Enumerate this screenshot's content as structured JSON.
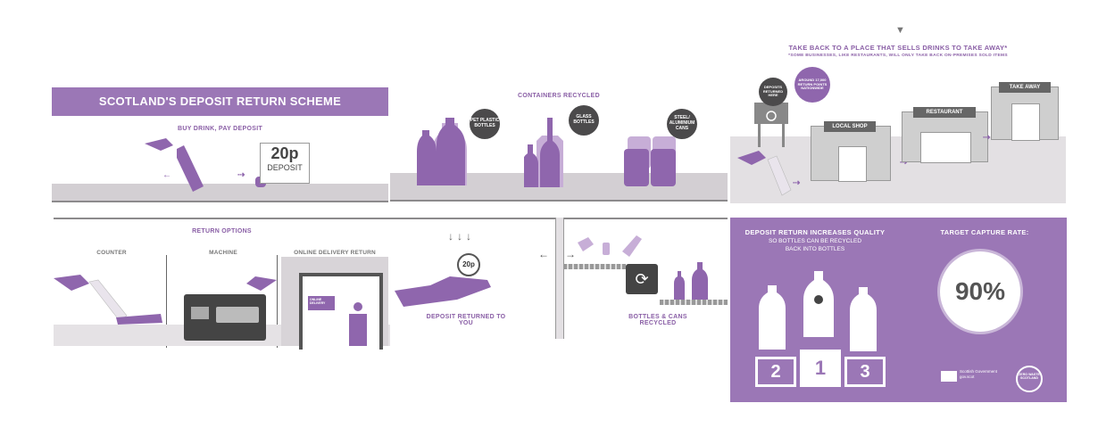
{
  "panel1": {
    "title": "SCOTLAND'S DEPOSIT RETURN SCHEME",
    "subtitle": "BUY DRINK, PAY DEPOSIT",
    "sign_amount": "20p",
    "sign_text": "DEPOSIT"
  },
  "panel2": {
    "title": "CONTAINERS RECYCLED",
    "bubbles": [
      "PET PLASTIC BOTTLES",
      "GLASS BOTTLES",
      "STEEL/ ALUMINIUM CANS"
    ]
  },
  "panel3": {
    "title": "TAKE BACK TO A PLACE THAT SELLS DRINKS TO TAKE AWAY*",
    "note": "*SOME BUSINESSES, LIKE RESTAURANTS, WILL ONLY TAKE BACK ON-PREMISES SOLD ITEMS",
    "bubble_left": "DEPOSITS RETURNED HERE",
    "bubble_right": "AROUND 17,000 RETURN POINTS NATIONWIDE",
    "shops": [
      "LOCAL SHOP",
      "RESTAURANT",
      "TAKE AWAY"
    ]
  },
  "panel4": {
    "title": "RETURN OPTIONS",
    "options": [
      "COUNTER",
      "MACHINE",
      "ONLINE DELIVERY RETURN"
    ],
    "van_text": "ONLINE DELIVERY"
  },
  "panel5": {
    "coin": "20p",
    "caption": "DEPOSIT RETURNED TO YOU",
    "caption2": "BOTTLES & CANS RECYCLED"
  },
  "panel6": {
    "heading1": "DEPOSIT RETURN INCREASES QUALITY",
    "heading1_sub": "SO BOTTLES CAN BE RECYCLED BACK INTO BOTTLES",
    "heading2": "TARGET CAPTURE RATE:",
    "rate": "90%",
    "podium": [
      "2",
      "1",
      "3"
    ],
    "logo1": "Scottish Government gov.scot",
    "logo2": "ZERO WASTE SCOTLAND"
  }
}
